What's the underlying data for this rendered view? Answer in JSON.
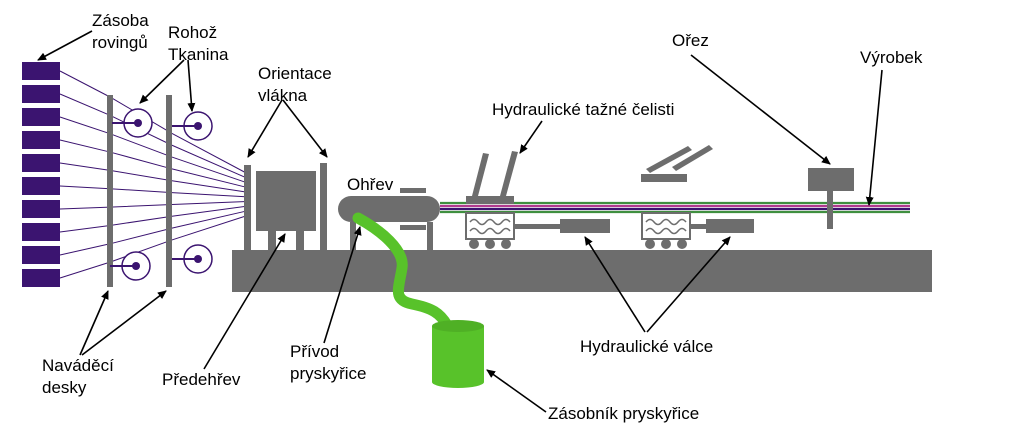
{
  "diagram": {
    "title": "",
    "labels": {
      "roving_supply": "Zásoba\nrovingů",
      "mat_fabric": "Rohož\nTkanina",
      "fiber_orientation": "Orientace\nvlákna",
      "heating": "Ohřev",
      "hydraulic_grippers": "Hydraulické tažné čelisti",
      "cutoff": "Ořez",
      "product": "Výrobek",
      "guide_plates": "Naváděcí\ndesky",
      "preheating": "Předehřev",
      "resin_supply": "Přívod\npryskyřice",
      "hydraulic_cylinders": "Hydraulické válce",
      "resin_tank": "Zásobník pryskyřice"
    },
    "colors": {
      "machine_gray": "#6d6d6d",
      "roving_purple": "#3b1470",
      "resin_green": "#58c22a",
      "product_stripe_green": "#3f8f3f",
      "product_stripe_magenta": "#b13a8e",
      "label_text": "#000000"
    }
  }
}
